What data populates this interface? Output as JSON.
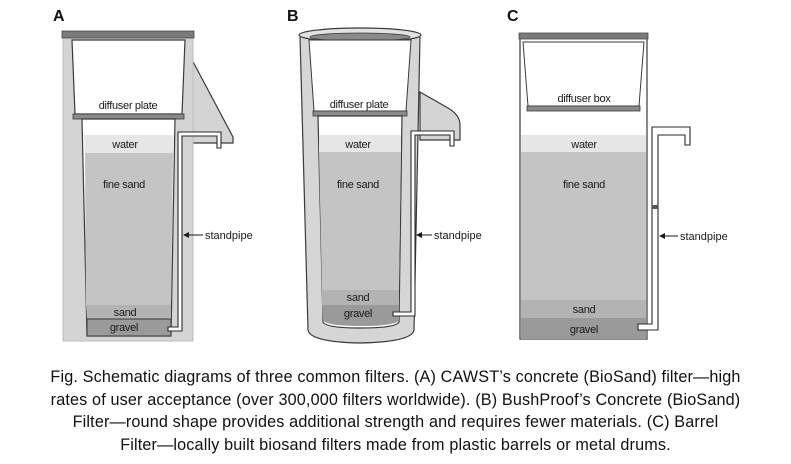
{
  "figure": {
    "panels": [
      {
        "id": "A",
        "letter": "A",
        "shape": "square concrete body with side spout",
        "labels": {
          "diffuser": "diffuser plate",
          "water": "water",
          "fine_sand": "fine sand",
          "standpipe": "standpipe",
          "sand": "sand",
          "gravel": "gravel"
        }
      },
      {
        "id": "B",
        "letter": "B",
        "shape": "round concrete body with side spout",
        "labels": {
          "diffuser": "diffuser plate",
          "water": "water",
          "fine_sand": "fine sand",
          "standpipe": "standpipe",
          "sand": "sand",
          "gravel": "gravel"
        }
      },
      {
        "id": "C",
        "letter": "C",
        "shape": "barrel with external standpipe",
        "labels": {
          "diffuser": "diffuser box",
          "water": "water",
          "fine_sand": "fine sand",
          "standpipe": "standpipe",
          "sand": "sand",
          "gravel": "gravel"
        }
      }
    ],
    "colors": {
      "concrete": "#d4d4d4",
      "outline": "#3a3a3a",
      "lid": "#7a7a7a",
      "water": "#e6e6e6",
      "fine_sand": "#c4c4c4",
      "sand": "#b3b3b3",
      "gravel": "#9a9a9a",
      "diffuser_base": "#8a8a8a"
    }
  },
  "caption": {
    "lines": [
      "Fig. Schematic diagrams of three common filters. (A) CAWST’s concrete (BioSand) filter—high",
      "rates of user acceptance (over 300,000 filters worldwide). (B) BushProof’s Concrete (BioSand)",
      "Filter—round shape provides additional strength and requires fewer materials. (C) Barrel",
      "Filter—locally built biosand filters made from plastic barrels or metal drums."
    ]
  }
}
